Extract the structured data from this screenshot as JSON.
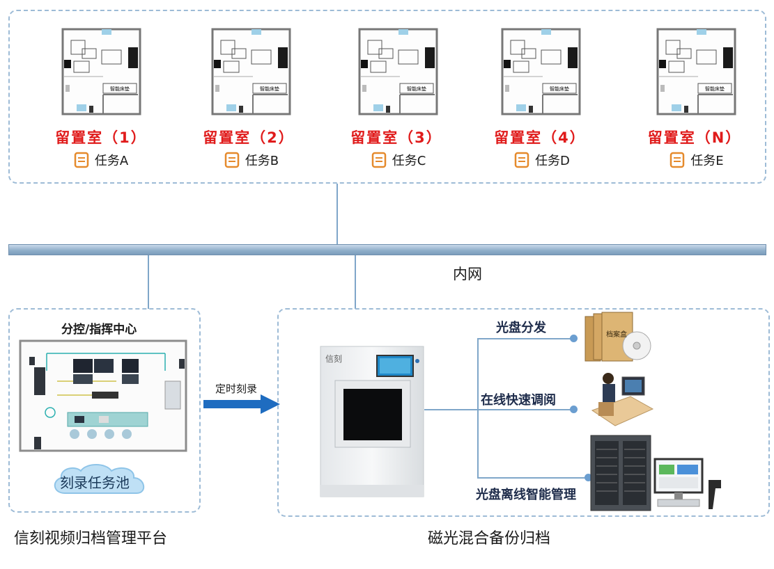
{
  "rooms": [
    {
      "name": "留置室（1）",
      "task": "任务A"
    },
    {
      "name": "留置室（2）",
      "task": "任务B"
    },
    {
      "name": "留置室（3）",
      "task": "任务C"
    },
    {
      "name": "留置室（4）",
      "task": "任务D"
    },
    {
      "name": "留置室（N）",
      "task": "任务E"
    }
  ],
  "room_plan_label": "智能床垫",
  "network_label": "内网",
  "control_center": {
    "title": "分控/指挥中心",
    "pool_label": "刻录任务池",
    "platform_label": "信刻视频归档管理平台"
  },
  "arrow_label": "定时刻录",
  "archive": {
    "device_brand": "信刻",
    "branches": [
      "光盘分发",
      "在线快速调阅",
      "光盘离线智能管理"
    ],
    "caption": "磁光混合备份归档",
    "folder_label": "档案盒"
  },
  "colors": {
    "room_title": "#e01b1b",
    "dashed_border": "#9dbbd6",
    "arrow": "#1e6cc0",
    "task_icon": "#e58a2c"
  }
}
